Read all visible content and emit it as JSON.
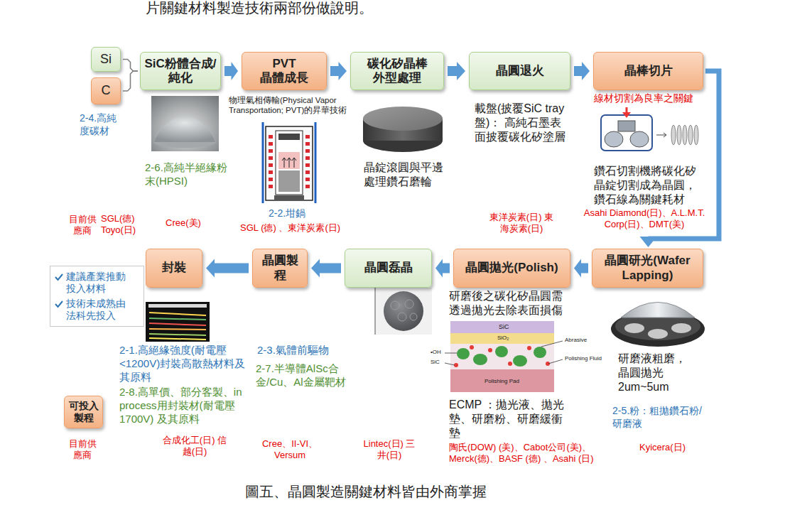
{
  "diagram": {
    "caption": "圖五、晶圓製造關鍵材料皆由外商掌握",
    "nodes": [
      {
        "text": [
          "Si"
        ]
      },
      {
        "text": [
          "C"
        ]
      },
      {
        "text": [
          "SiC粉體合成/純化"
        ]
      },
      {
        "text": [
          "PVT 晶體成長"
        ]
      },
      {
        "text": [
          "碳化矽晶棒外型處理"
        ]
      },
      {
        "text": [
          "晶圓退火"
        ]
      },
      {
        "text": [
          "晶棒切片"
        ]
      },
      {
        "text": [
          "晶圓研光(Wafer Lapping)"
        ]
      },
      {
        "text": [
          "晶圓拋光(Polish)"
        ]
      },
      {
        "text": [
          "晶圓磊晶"
        ]
      },
      {
        "text": [
          "晶圓製程"
        ]
      },
      {
        "text": [
          "封裝"
        ]
      },
      {
        "text": [
          "建議產業推動投入材料",
          "技術未成熟由法科先投入"
        ]
      },
      {
        "text": [
          "可投入製程"
        ]
      }
    ],
    "edges": [
      {
        "from": 0,
        "to": 2,
        "arrow": "none"
      },
      {
        "from": 1,
        "to": 2,
        "arrow": "none"
      },
      {
        "from": 2,
        "to": 3,
        "arrow": "to"
      },
      {
        "from": 3,
        "to": 4,
        "arrow": "to"
      },
      {
        "from": 4,
        "to": 5,
        "arrow": "to"
      },
      {
        "from": 5,
        "to": 6,
        "arrow": "to"
      },
      {
        "from": 6,
        "to": 7,
        "arrow": "to"
      },
      {
        "from": 7,
        "to": 8,
        "arrow": "to"
      },
      {
        "from": 8,
        "to": 9,
        "arrow": "to"
      },
      {
        "from": 9,
        "to": 10,
        "arrow": "to"
      },
      {
        "from": 10,
        "to": 11,
        "arrow": "to"
      }
    ],
    "labels": [
      "片關鍵材料製造技術兩部份做說明。",
      "2-4.高純度碳材",
      "物理氣相傳輸(Physical Vapor Transportation; PVT)的昇華技術",
      "晶錠滾圓與平邊處理鑽石磨輪",
      "載盤(披覆SiC tray盤)： 高純石墨表面披覆碳化矽塗層",
      "線材切割為良率之關鍵",
      "鑽石切割機將碳化矽晶錠切割成為晶圓，鑽石線為關鍵耗材",
      "2-6.高純半絕緣粉末(HPSI)",
      "2-2.坩鍋",
      "Asahi Diamond(日)、A.L.M.T. Corp(日)、DMT(美)",
      "目前供應商",
      "SGL(德) Toyo(日)",
      "Cree(美)",
      "SGL (德) 、東洋炭素(日)",
      "東洋炭素(日) 東海炭素(日)",
      "研磨後之碳化矽晶圓需透過拋光去除表面損傷",
      "SiC",
      "SiO₂",
      "Abrasive",
      "•OH",
      "SiC",
      "Polishing Fluid",
      "Polishing Pad",
      "研磨液粗磨，晶圓拋光 2um~5um",
      "2-5.粉：粗拋鑽石粉/研磨液",
      "2-1.高絕緣強度(耐電壓<1200V)封裝高散熱材料及其原料",
      "2-3.氣體前驅物",
      "2-7.半導體AlSc合金/Cu、Al金屬靶材",
      "2-8.高單價、部分客製、in process用封裝材(耐電壓1700V) 及其原料",
      "ECMP ：拋光液、拋光墊、研磨粉、研磨緩衝墊",
      "目前供應商",
      "合成化工(日) 信越(日)",
      "Cree、II-VI、Versum",
      "Lintec(日) 三井(日)",
      "陶氏(DOW) (美)、Cabot公司(美)、Merck(德)、BASF (德) 、Asahi (日)",
      "Kyicera(日)"
    ]
  }
}
